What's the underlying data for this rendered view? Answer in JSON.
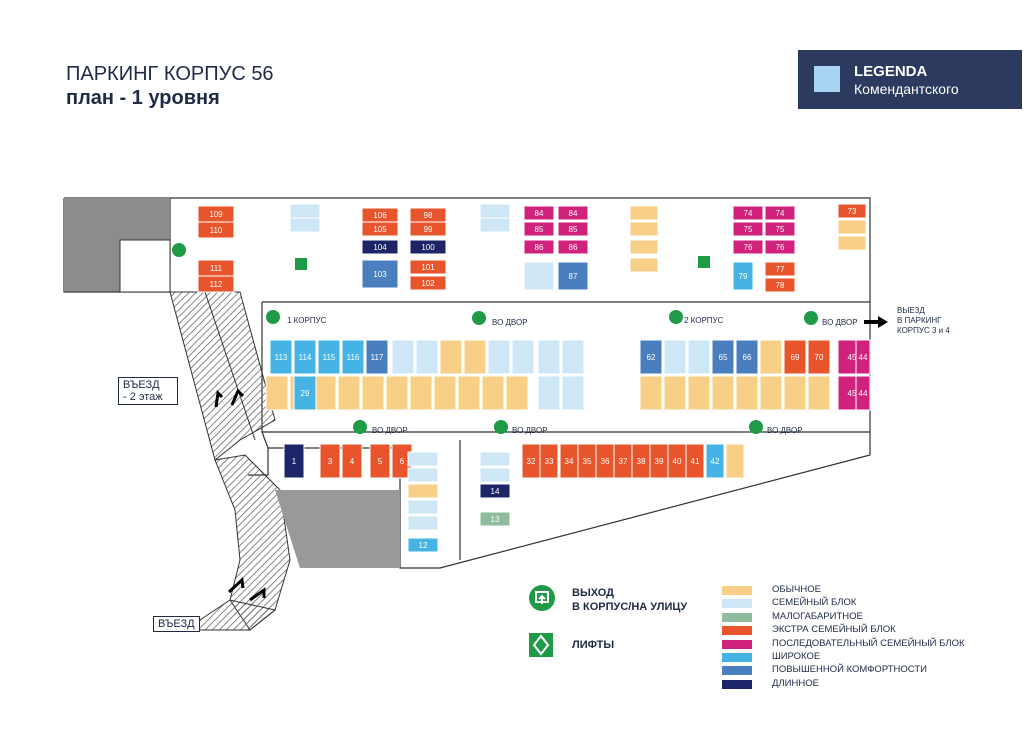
{
  "title": {
    "line1": "ПАРКИНГ КОРПУС 56",
    "line2": "план - 1 уровня"
  },
  "logo": {
    "line1": "LEGENDA",
    "line2": "Комендантского"
  },
  "colors": {
    "regular": "#f7cf86",
    "family": "#cde7f6",
    "small": "#8fbc9c",
    "extra_family": "#e8552c",
    "sequential_family": "#d0217c",
    "wide": "#45b4e4",
    "comfort": "#4a7fbf",
    "long": "#1d2467",
    "exit_green": "#1f9a47"
  },
  "map_labels": {
    "vo_dvor": "ВО ДВОР",
    "korpus1": "1 КОРПУС",
    "korpus2": "2 КОРПУС",
    "entry_2floor": "ВЪЕЗД\n- 2 этаж",
    "entry": "ВЪЕЗД",
    "exit_parking": "ВЫЕЗД\nВ ПАРКИНГ\nКОРПУС 3 и 4"
  },
  "spots": {
    "orange": [
      "109",
      "110",
      "111",
      "112",
      "106",
      "98",
      "105",
      "99",
      "101",
      "102",
      "74",
      "75",
      "76",
      "77",
      "78",
      "73",
      "69",
      "70",
      "3",
      "4",
      "5",
      "6",
      "32",
      "33",
      "34",
      "35",
      "36",
      "37",
      "38",
      "39",
      "40",
      "41"
    ],
    "magenta": [
      "84",
      "85",
      "86",
      "45",
      "44"
    ],
    "navy": [
      "104",
      "100",
      "1",
      "14"
    ],
    "blue": [
      "103",
      "87",
      "79",
      "117",
      "62",
      "65",
      "66",
      "42"
    ],
    "small": [
      "13"
    ],
    "wide": [
      "113",
      "114",
      "115",
      "116",
      "29"
    ]
  },
  "legend": {
    "exit_label": "ВЫХОД\nВ КОРПУС/НА УЛИЦУ",
    "lift_label": "ЛИФТЫ",
    "items": [
      {
        "key": "regular",
        "label": "ОБЫЧНОЕ"
      },
      {
        "key": "family",
        "label": "СЕМЕЙНЫЙ БЛОК"
      },
      {
        "key": "small",
        "label": "МАЛОГАБАРИТНОЕ"
      },
      {
        "key": "extra_family",
        "label": "ЭКСТРА СЕМЕЙНЫЙ БЛОК"
      },
      {
        "key": "sequential_family",
        "label": "ПОСЛЕДОВАТЕЛЬНЫЙ СЕМЕЙНЫЙ БЛОК"
      },
      {
        "key": "wide",
        "label": "ШИРОКОЕ"
      },
      {
        "key": "comfort",
        "label": "ПОВЫШЕННОЙ КОМФОРТНОСТИ"
      },
      {
        "key": "long",
        "label": "ДЛИННОЕ"
      }
    ]
  }
}
